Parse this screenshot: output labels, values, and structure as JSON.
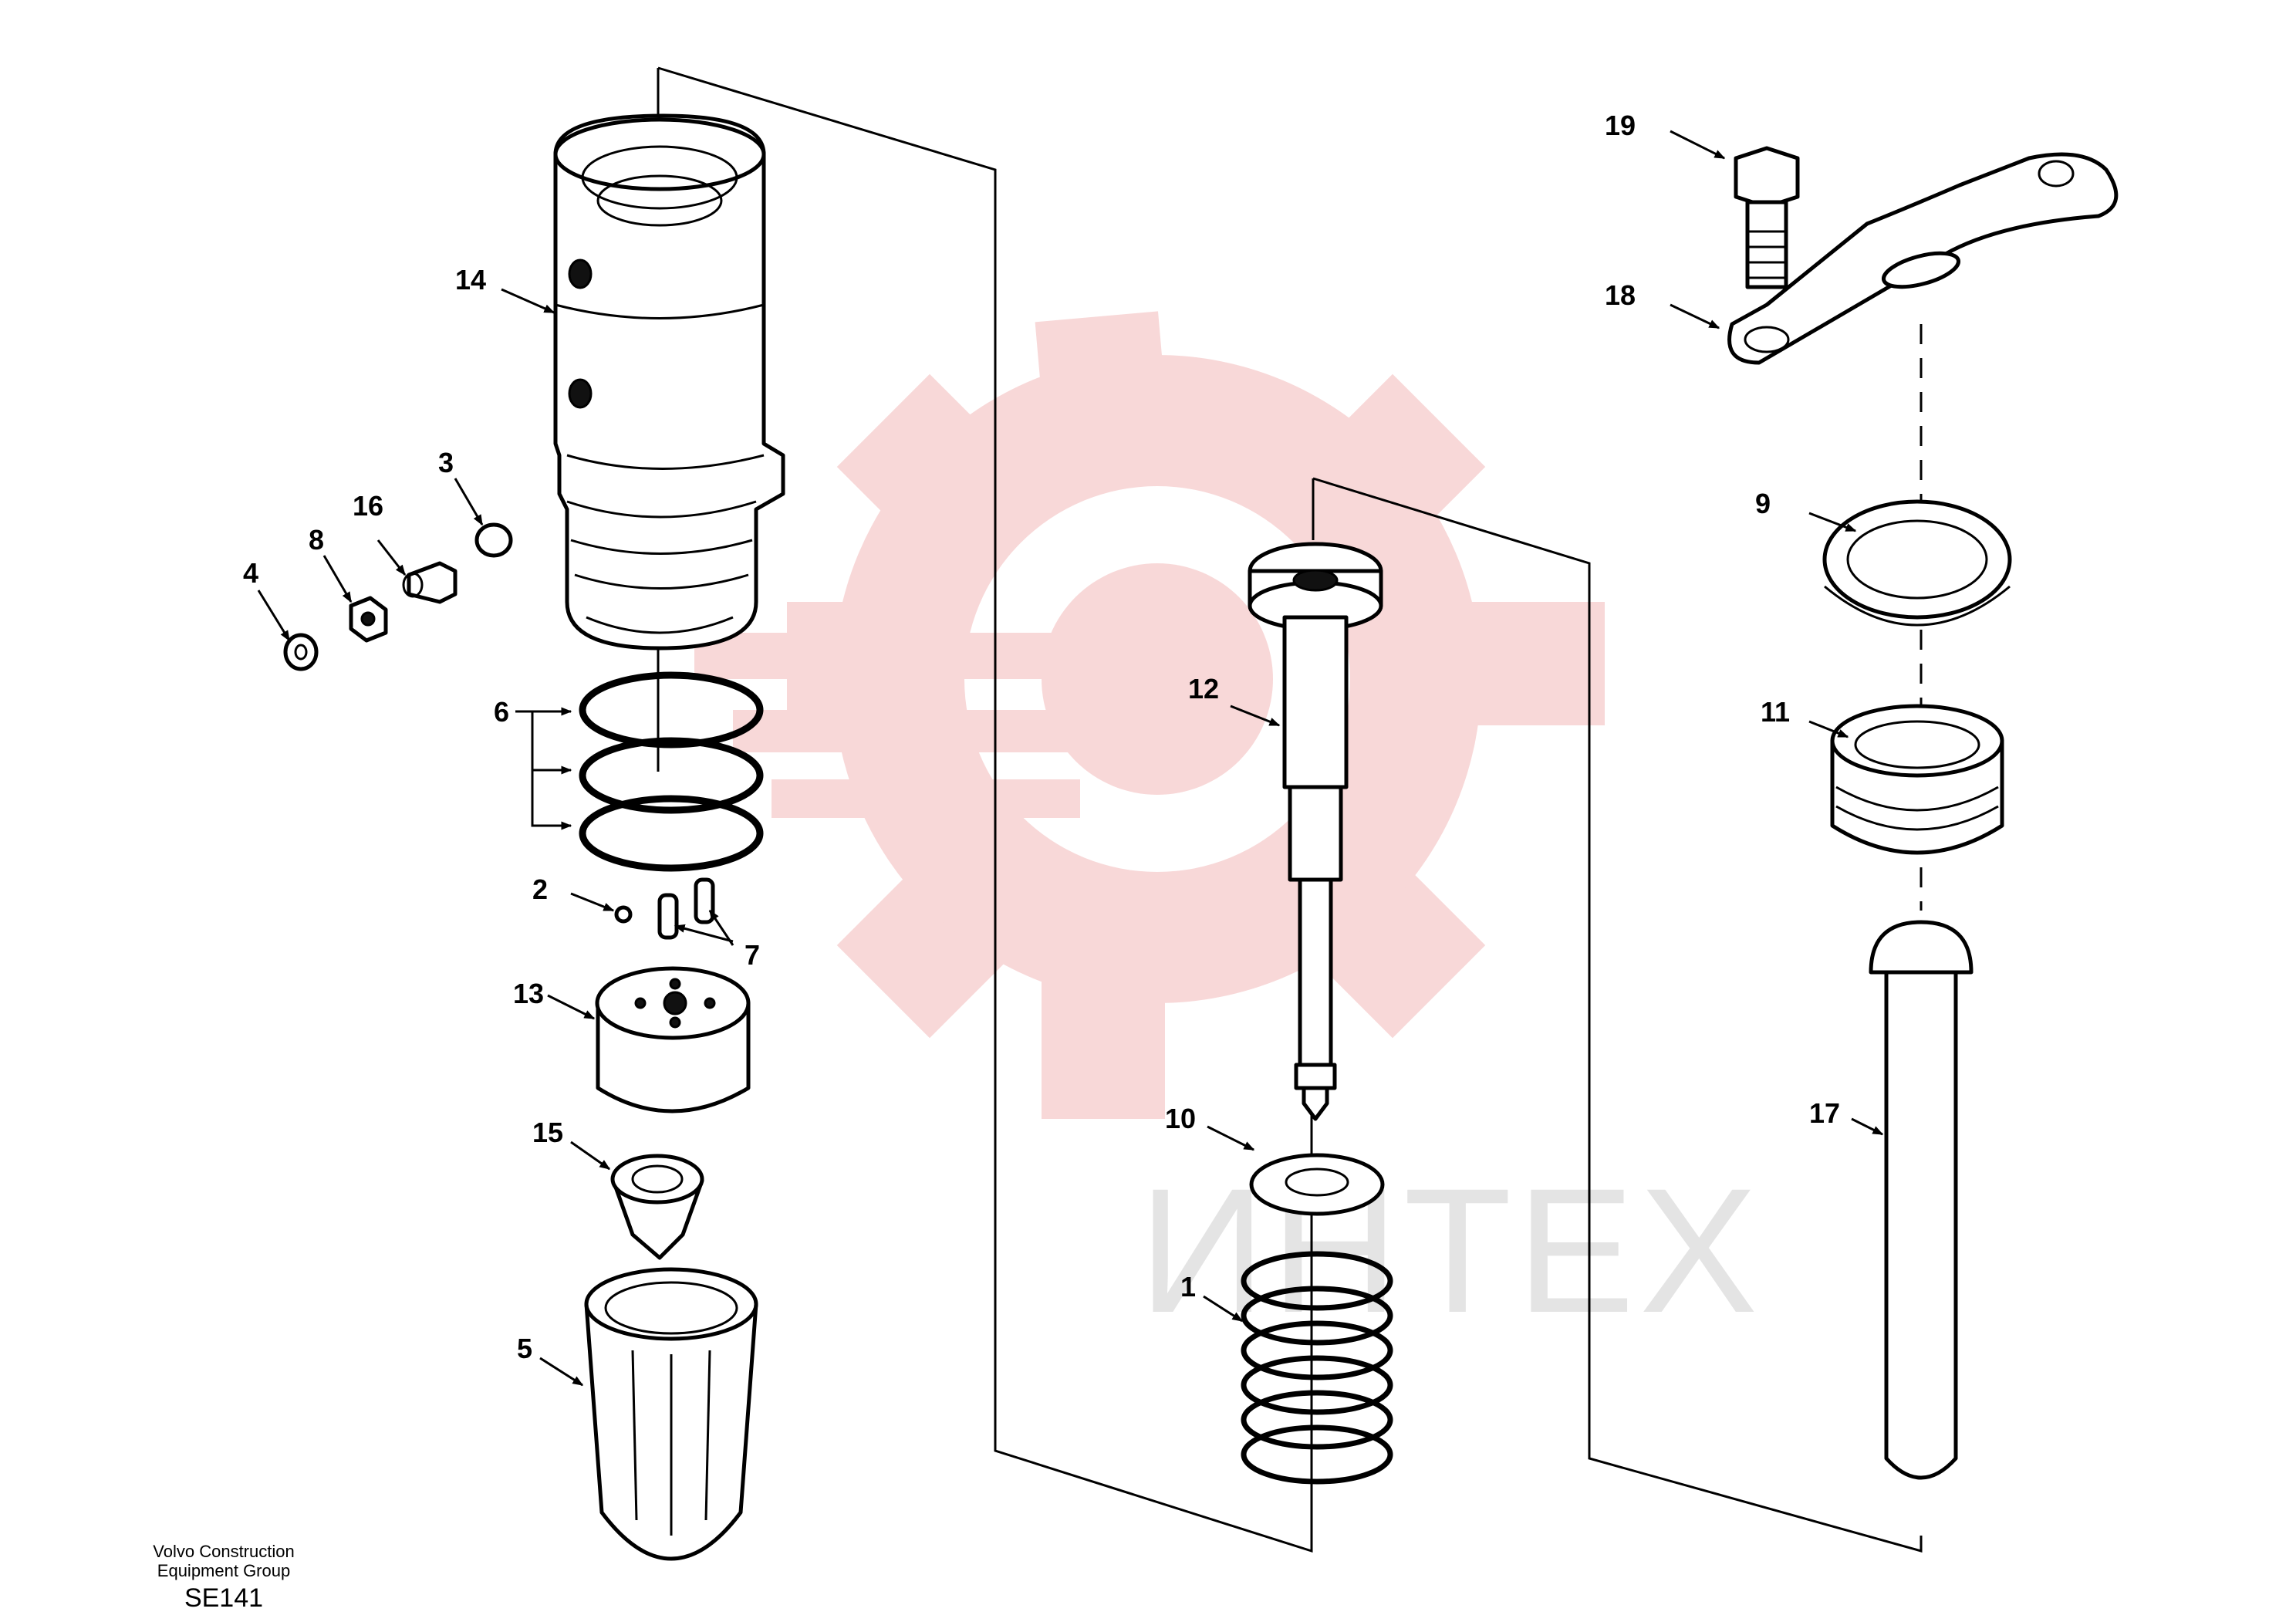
{
  "diagram": {
    "part_numbers": [
      "19",
      "18",
      "14",
      "3",
      "16",
      "8",
      "4",
      "9",
      "12",
      "11",
      "6",
      "2",
      "7",
      "13",
      "15",
      "10",
      "17",
      "1",
      "5"
    ],
    "footer": {
      "line1": "Volvo Construction",
      "line2": "Equipment Group",
      "code": "SE141"
    },
    "watermark": {
      "text": "ИНТЕХ",
      "color": "#f2b8b8"
    }
  }
}
